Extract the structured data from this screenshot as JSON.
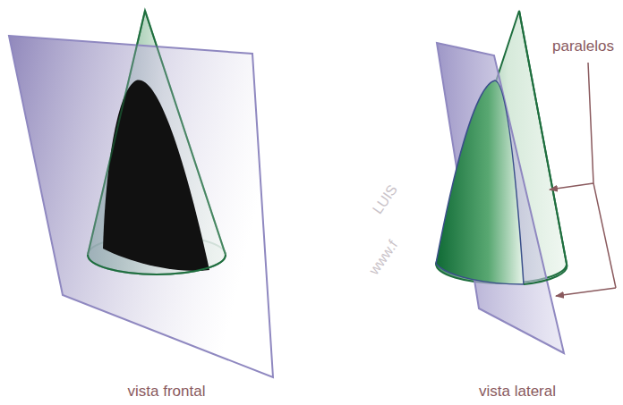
{
  "diagram": {
    "labels": [
      "vista frontal",
      "vista lateral",
      "paralelos",
      "LUIS",
      "www.f"
    ]
  }
}
